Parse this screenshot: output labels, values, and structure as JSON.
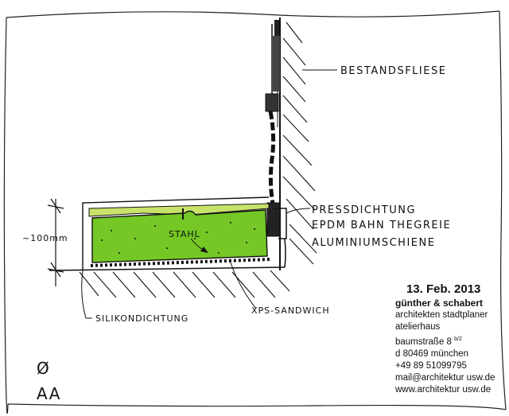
{
  "labels": {
    "existing_tiles": "BESTANDSFLIESE",
    "sealing": "PRESSDICHTUNG",
    "epdm": "EPDM BAHN THEGREIE",
    "aluminium": "ALUMINIUMSCHIENE",
    "steel": "STAHL",
    "dimension": "~100mm",
    "silicone": "SILIKONDICHTUNG",
    "xps": "XPS-SANDWICH"
  },
  "signature": {
    "symbol": "Ø",
    "initials": "AA"
  },
  "stamp": {
    "date": "13. Feb. 2013",
    "firm": "günther & schabert",
    "line1": "architekten stadtplaner",
    "line2": "atelierhaus",
    "street": "baumstraße 8",
    "street_suffix": "b/2",
    "city": "d 80469 münchen",
    "phone": "+49 89 51099795",
    "mail": "mail@architektur usw.de",
    "web": "www.architektur usw.de"
  },
  "colors": {
    "fill_green": "#74c724",
    "light_green": "#c8e36a",
    "ink": "#111111"
  }
}
